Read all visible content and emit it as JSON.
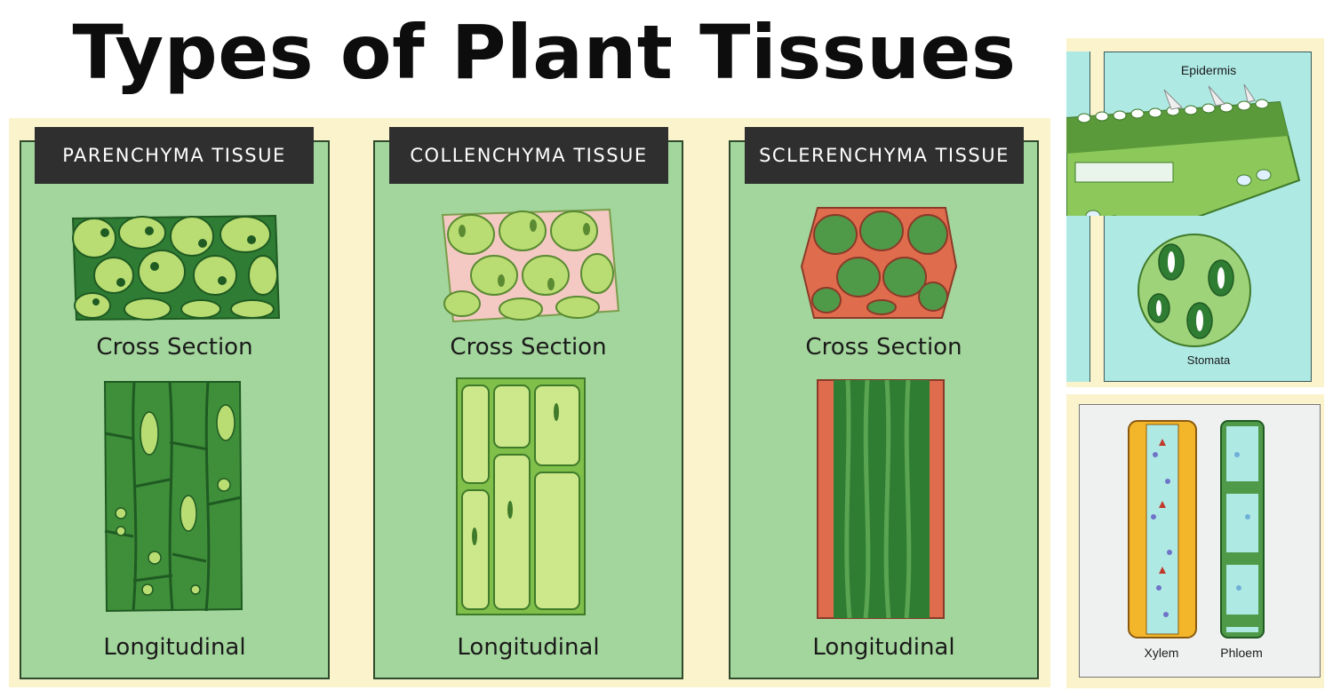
{
  "title": "Types of Plant Tissues",
  "panels": [
    {
      "tab": "PARENCHYMA TISSUE",
      "cross": "Cross Section",
      "long": "Longitudinal"
    },
    {
      "tab": "COLLENCHYMA TISSUE",
      "cross": "Cross Section",
      "long": "Longitudinal"
    },
    {
      "tab": "SCLERENCHYMA TISSUE",
      "cross": "Cross Section",
      "long": "Longitudinal"
    }
  ],
  "leaf": {
    "top_label": "Epidermis",
    "bottom_label": "Stomata"
  },
  "vessels": {
    "left_label": "Xylem",
    "right_label": "Phloem"
  },
  "colors": {
    "panel_green": "#a3d69c",
    "dark_green": "#2e7d32",
    "light_green": "#b9dd72",
    "cream": "#fbf3cc",
    "tab_dark": "#2f2f2f",
    "pink": "#f4c9c3",
    "salmon": "#e06c4e",
    "cyan": "#aee9e4"
  }
}
